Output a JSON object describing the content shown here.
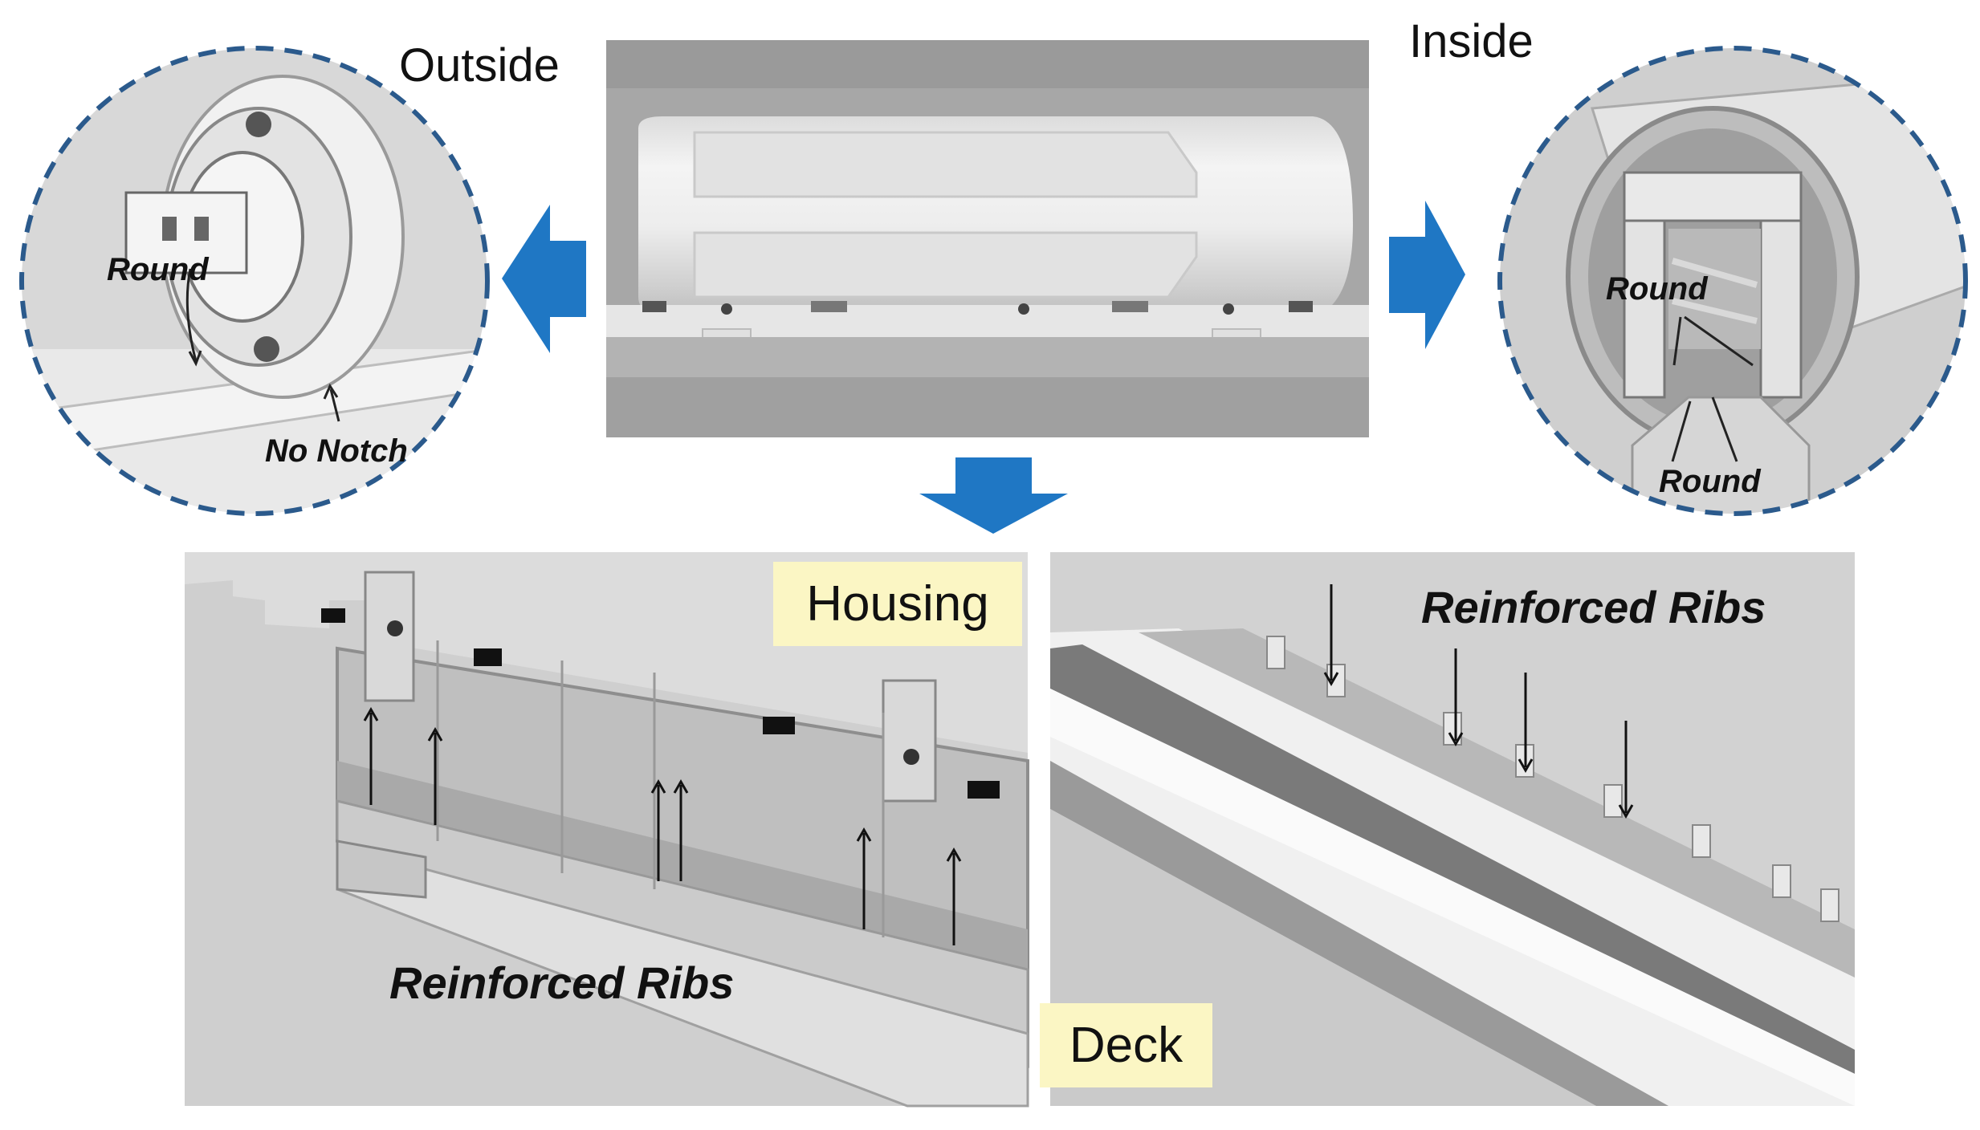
{
  "labels": {
    "outside": "Outside",
    "inside": "Inside",
    "housing": "Housing",
    "deck": "Deck"
  },
  "callouts": {
    "outside_round": "Round",
    "outside_no_notch": "No Notch",
    "inside_round_upper": "Round",
    "inside_round_lower": "Round",
    "housing_reinforced_ribs": "Reinforced Ribs",
    "deck_reinforced_ribs": "Reinforced Ribs"
  },
  "colors": {
    "arrow_blue": "#1f77c4",
    "circle_border": "#2b5a8c",
    "tag_background": "#fbf6c4",
    "photo_gray": "#9a9a9a"
  },
  "icons": [
    "arrow-left-icon",
    "arrow-right-icon",
    "arrow-down-icon"
  ]
}
